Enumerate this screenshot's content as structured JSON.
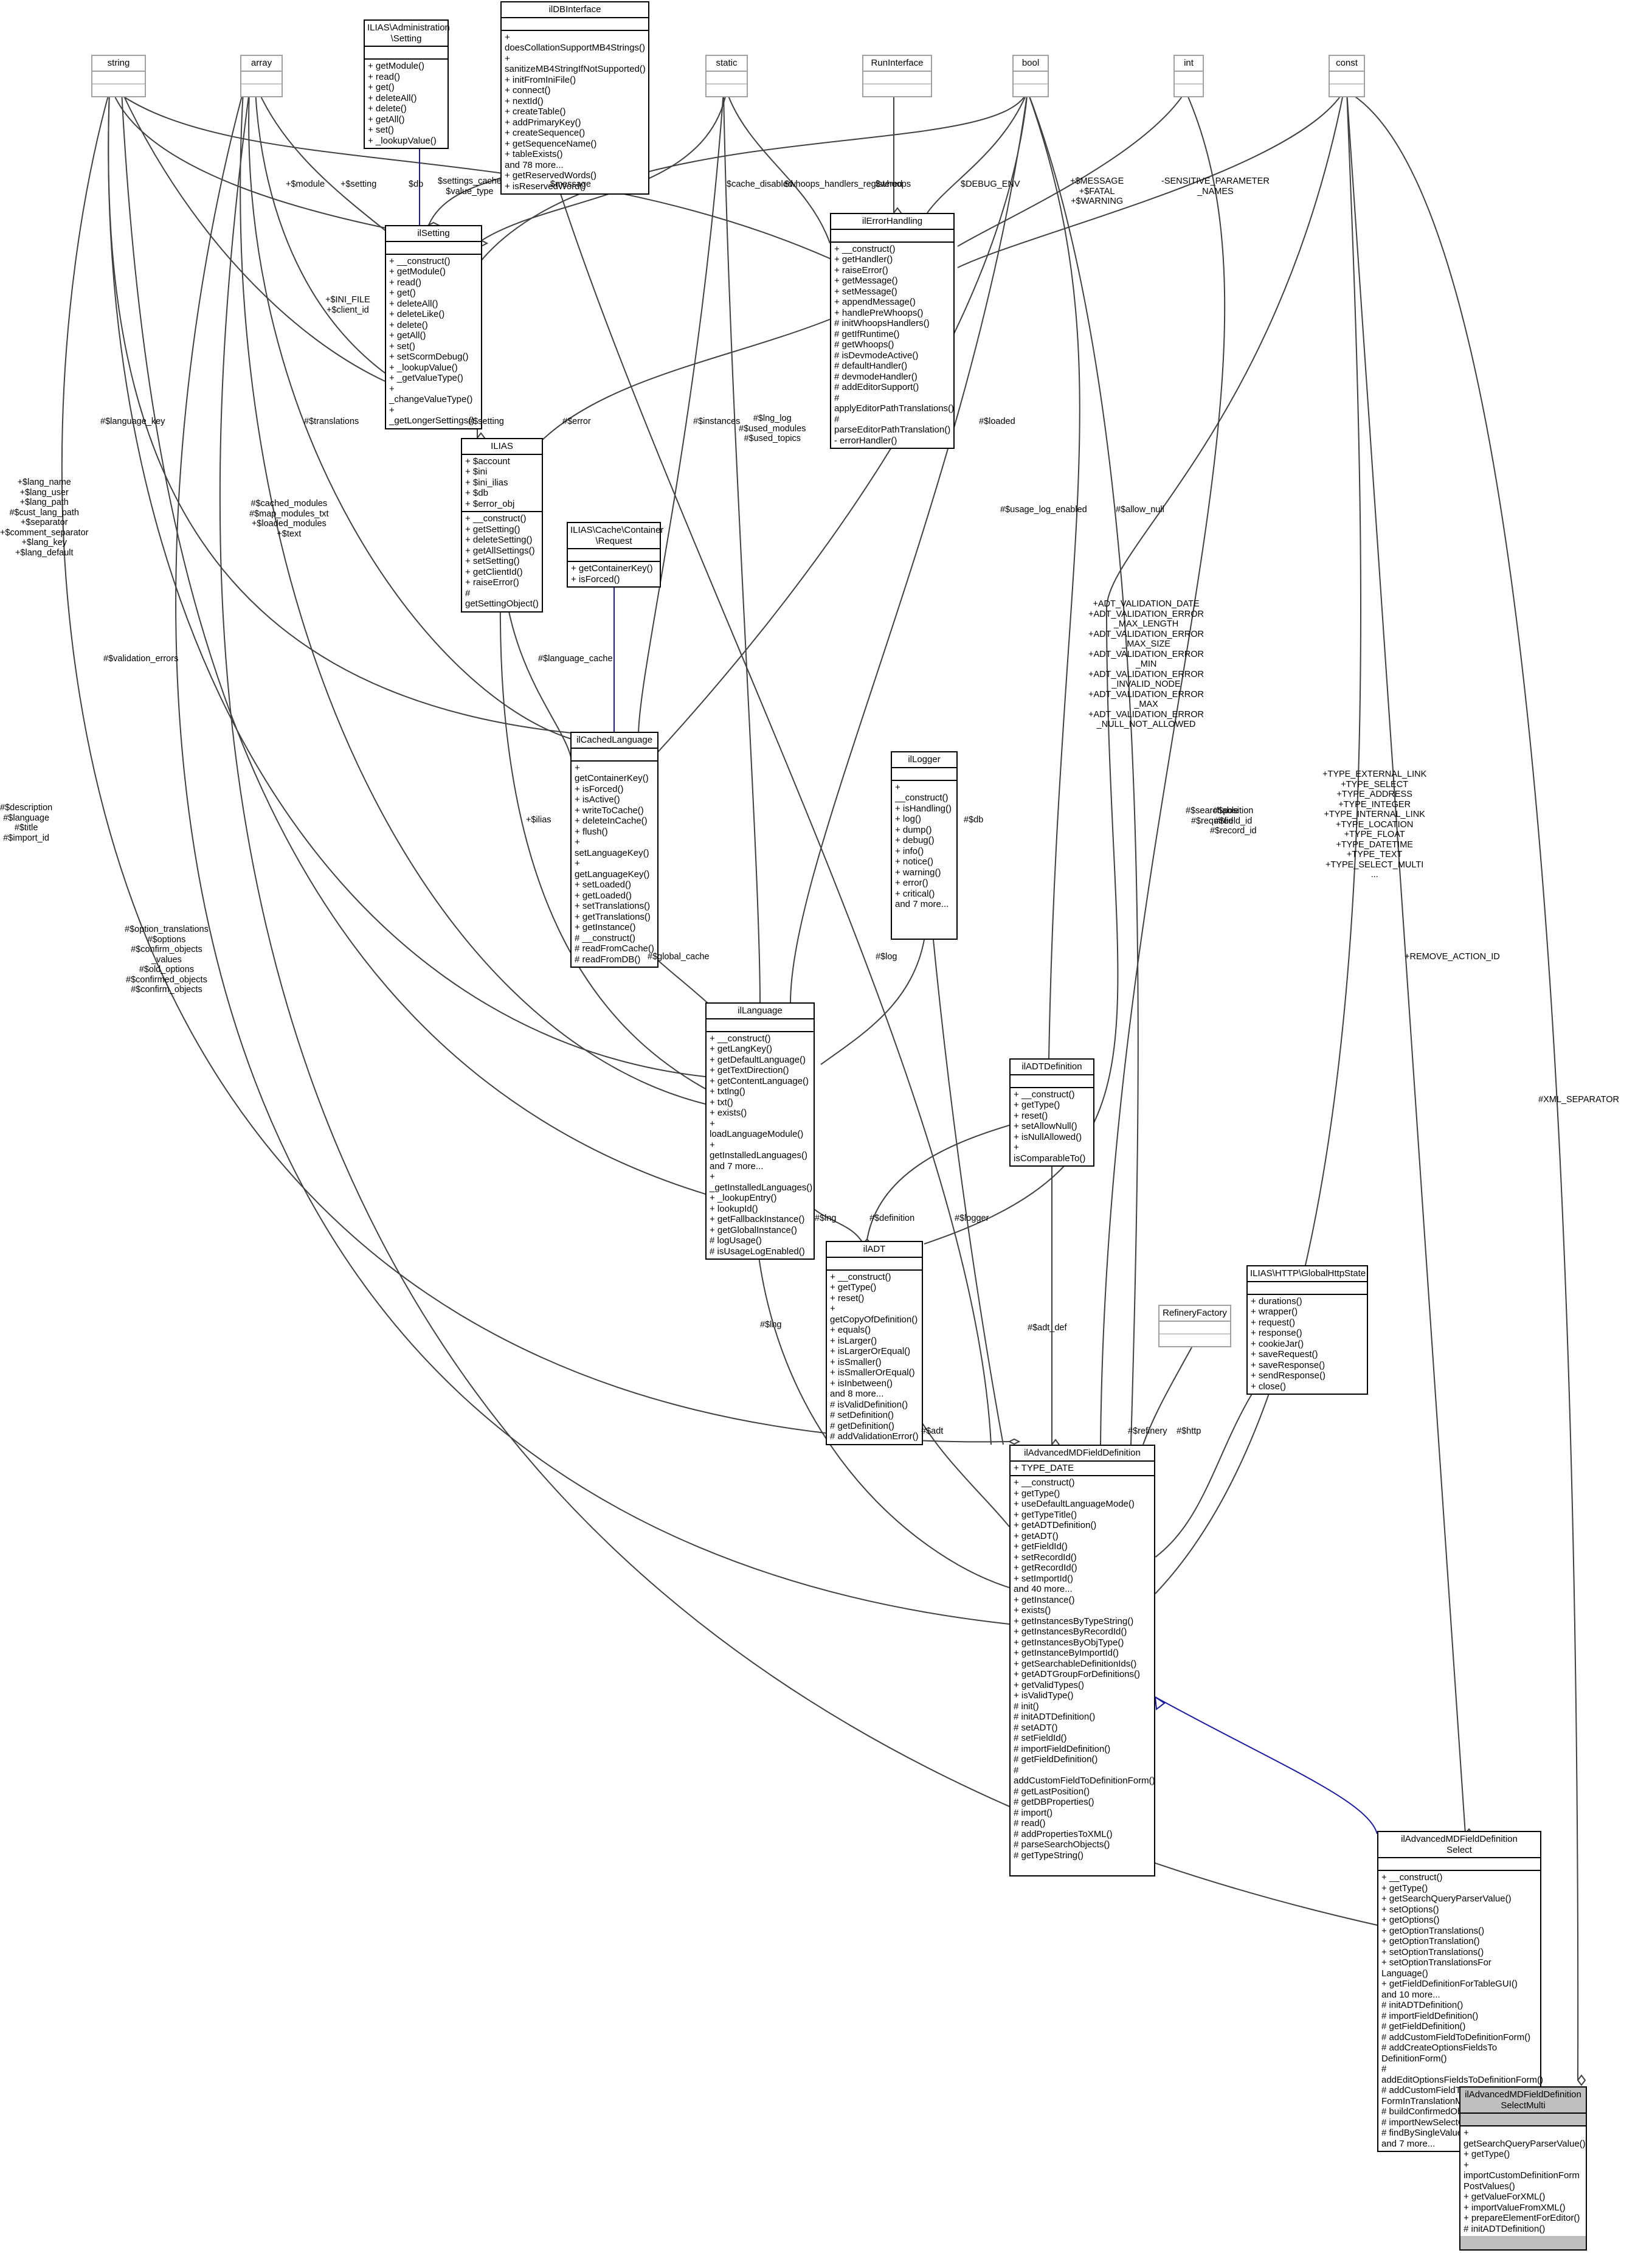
{
  "nodes": [
    {
      "id": "string",
      "title": "string",
      "attrs": "",
      "ops": "",
      "gray": true
    },
    {
      "id": "array",
      "title": "array",
      "attrs": "",
      "ops": "",
      "gray": true
    },
    {
      "id": "admin_setting",
      "title": "ILIAS\\Administration\n\\Setting",
      "attrs": "",
      "ops": "+ getModule()\n+ read()\n+ get()\n+ deleteAll()\n+ delete()\n+ getAll()\n+ set()\n+ _lookupValue()"
    },
    {
      "id": "dbinterface",
      "title": "ilDBInterface",
      "attrs": "",
      "ops": "+ doesCollationSupportMB4Strings()\n+ sanitizeMB4StringIfNotSupported()\n+ initFromIniFile()\n+ connect()\n+ nextId()\n+ createTable()\n+ addPrimaryKey()\n+ createSequence()\n+ getSequenceName()\n+ tableExists()\nand 78 more...\n+ getReservedWords()\n+ isReservedWord()"
    },
    {
      "id": "static",
      "title": "static",
      "attrs": "",
      "ops": "",
      "gray": true
    },
    {
      "id": "runinterface",
      "title": "RunInterface",
      "attrs": "",
      "ops": "",
      "gray": true
    },
    {
      "id": "bool",
      "title": "bool",
      "attrs": "",
      "ops": "",
      "gray": true
    },
    {
      "id": "int",
      "title": "int",
      "attrs": "",
      "ops": "",
      "gray": true
    },
    {
      "id": "const",
      "title": "const",
      "attrs": "",
      "ops": "",
      "gray": true
    },
    {
      "id": "ilsetting",
      "title": "ilSetting",
      "attrs": "",
      "ops": "+ __construct()\n+ getModule()\n+ read()\n+ get()\n+ deleteAll()\n+ deleteLike()\n+ delete()\n+ getAll()\n+ set()\n+ setScormDebug()\n+ _lookupValue()\n+ _getValueType()\n+ _changeValueType()\n+ _getLongerSettings()"
    },
    {
      "id": "errorhandling",
      "title": "ilErrorHandling",
      "attrs": "",
      "ops": "+ __construct()\n+ getHandler()\n+ raiseError()\n+ getMessage()\n+ setMessage()\n+ appendMessage()\n+ handlePreWhoops()\n# initWhoopsHandlers()\n# getIfRuntime()\n# getWhoops()\n# isDevmodeActive()\n# defaultHandler()\n# devmodeHandler()\n# addEditorSupport()\n# applyEditorPathTranslations()\n# parseEditorPathTranslation()\n- errorHandler()"
    },
    {
      "id": "ilias",
      "title": "ILIAS",
      "attrs": "+ $account\n+ $ini\n+ $ini_ilias\n+ $db\n+ $error_obj",
      "ops": "+ __construct()\n+ getSetting()\n+ deleteSetting()\n+ getAllSettings()\n+ setSetting()\n+ getClientId()\n+ raiseError()\n# getSettingObject()"
    },
    {
      "id": "cacherequest",
      "title": "ILIAS\\Cache\\Container\n\\Request",
      "attrs": "",
      "ops": "+ getContainerKey()\n+ isForced()"
    },
    {
      "id": "cachedlanguage",
      "title": "ilCachedLanguage",
      "attrs": "",
      "ops": "+ getContainerKey()\n+ isForced()\n+ isActive()\n+ writeToCache()\n+ deleteInCache()\n+ flush()\n+ setLanguageKey()\n+ getLanguageKey()\n+ setLoaded()\n+ getLoaded()\n+ setTranslations()\n+ getTranslations()\n+ getInstance()\n# __construct()\n# readFromCache()\n# readFromDB()"
    },
    {
      "id": "illogger",
      "title": "ilLogger",
      "attrs": "",
      "ops": "+ __construct()\n+ isHandling()\n+ log()\n+ dump()\n+ debug()\n+ info()\n+ notice()\n+ warning()\n+ error()\n+ critical()\nand 7 more..."
    },
    {
      "id": "illanguage",
      "title": "ilLanguage",
      "attrs": "",
      "ops": "+ __construct()\n+ getLangKey()\n+ getDefaultLanguage()\n+ getTextDirection()\n+ getContentLanguage()\n+ txtlng()\n+ txt()\n+ exists()\n+ loadLanguageModule()\n+ getInstalledLanguages()\nand 7 more...\n+ _getInstalledLanguages()\n+ _lookupEntry()\n+ lookupId()\n+ getFallbackInstance()\n+ getGlobalInstance()\n# logUsage()\n# isUsageLogEnabled()"
    },
    {
      "id": "adtdefinition",
      "title": "ilADTDefinition",
      "attrs": "",
      "ops": "+ __construct()\n+ getType()\n+ reset()\n+ setAllowNull()\n+ isNullAllowed()\n+ isComparableTo()"
    },
    {
      "id": "iladt",
      "title": "ilADT",
      "attrs": "",
      "ops": "+ __construct()\n+ getType()\n+ reset()\n+ getCopyOfDefinition()\n+ equals()\n+ isLarger()\n+ isLargerOrEqual()\n+ isSmaller()\n+ isSmallerOrEqual()\n+ isInbetween()\nand 8 more...\n# isValidDefinition()\n# setDefinition()\n# getDefinition()\n# addValidationError()"
    },
    {
      "id": "refinery",
      "title": "RefineryFactory",
      "attrs": "",
      "ops": "",
      "gray": true
    },
    {
      "id": "httpstate",
      "title": "ILIAS\\HTTP\\GlobalHttpState",
      "attrs": "",
      "ops": "+ durations()\n+ wrapper()\n+ request()\n+ response()\n+ cookieJar()\n+ saveRequest()\n+ saveResponse()\n+ sendResponse()\n+ close()"
    },
    {
      "id": "amdfielddef",
      "title": "ilAdvancedMDFieldDefinition",
      "attrs": "+ TYPE_DATE",
      "ops": "+ __construct()\n+ getType()\n+ useDefaultLanguageMode()\n+ getTypeTitle()\n+ getADTDefinition()\n+ getADT()\n+ getFieldId()\n+ setRecordId()\n+ getRecordId()\n+ setImportId()\nand 40 more...\n+ getInstance()\n+ exists()\n+ getInstancesByTypeString()\n+ getInstancesByRecordId()\n+ getInstancesByObjType()\n+ getInstanceByImportId()\n+ getSearchableDefinitionIds()\n+ getADTGroupForDefinitions()\n+ getValidTypes()\n+ isValidType()\n# init()\n# initADTDefinition()\n# setADT()\n# setFieldId()\n# importFieldDefinition()\n# getFieldDefinition()\n# addCustomFieldToDefinitionForm()\n# getLastPosition()\n# getDBProperties()\n# import()\n# read()\n# addPropertiesToXML()\n# parseSearchObjects()\n# getTypeString()"
    },
    {
      "id": "amdselect",
      "title": "ilAdvancedMDFieldDefinition\nSelect",
      "attrs": "",
      "ops": "+ __construct()\n+ getType()\n+ getSearchQueryParserValue()\n+ setOptions()\n+ getOptions()\n+ getOptionTranslations()\n+ getOptionTranslation()\n+ setOptionTranslations()\n+ setOptionTranslationsFor\nLanguage()\n+ getFieldDefinitionForTableGUI()\nand 10 more...\n# initADTDefinition()\n# importFieldDefinition()\n# getFieldDefinition()\n# addCustomFieldToDefinitionForm()\n# addCreateOptionsFieldsTo\nDefinitionForm()\n# addEditOptionsFieldsToDefinitionForm()\n# addCustomFieldToDefinition\nFormInTranslationMode()\n# buildConfirmedObjects()\n# importNewSelectOptions()\n# findBySingleValue()\nand 7 more..."
    },
    {
      "id": "amdselectmulti",
      "title": "ilAdvancedMDFieldDefinition\nSelectMulti",
      "attrs": "",
      "ops": "+ getSearchQueryParserValue()\n+ getType()\n+ importCustomDefinitionForm\nPostValues()\n+ getValueForXML()\n+ importValueFromXML()\n+ prepareElementForEditor()\n# initADTDefinition()",
      "highlight": true
    }
  ],
  "edge_labels": [
    "+$module",
    "+$setting",
    "$settings_cache\n$value_type",
    "$db",
    "$message",
    "$cache_disabled",
    "$whoops_handlers_registered",
    "$whoops",
    "$DEBUG_ENV",
    "+$MESSAGE\n+$FATAL\n+$WARNING",
    "-SENSITIVE_PARAMETER\n_NAMES",
    "+$INI_FILE\n+$client_id",
    "#$language_key",
    "#$translations",
    "#$setting",
    "#$error",
    "#$instances",
    "#$lng_log\n#$used_modules\n#$used_topics",
    "#$loaded",
    "#$usage_log_enabled",
    "#$allow_null",
    "+$lang_name\n+$lang_user\n+$lang_path\n#$cust_lang_path\n+$separator\n+$comment_separator\n+$lang_key\n+$lang_default",
    "#$cached_modules\n#$map_modules_txt\n+$loaded_modules\n+$text",
    "#$language_cache",
    "#$validation_errors",
    "+ADT_VALIDATION_DATE\n+ADT_VALIDATION_ERROR\n_MAX_LENGTH\n+ADT_VALIDATION_ERROR\n_MAX_SIZE\n+ADT_VALIDATION_ERROR\n_MIN\n+ADT_VALIDATION_ERROR\n_INVALID_NODE\n+ADT_VALIDATION_ERROR\n_MAX\n+ADT_VALIDATION_ERROR\n_NULL_NOT_ALLOWED",
    "+TYPE_EXTERNAL_LINK\n+TYPE_SELECT\n+TYPE_ADDRESS\n+TYPE_INTEGER\n+TYPE_INTERNAL_LINK\n+TYPE_LOCATION\n+TYPE_FLOAT\n+TYPE_DATETIME\n+TYPE_TEXT\n+TYPE_SELECT_MULTI\n...",
    "#$description\n#$language\n#$title\n#$import_id",
    "+$ilias",
    "#$db",
    "#$searchable\n#$required",
    "#$position\n#$field_id\n#$record_id",
    "#$global_cache",
    "#$log",
    "#$option_translations\n#$options\n#$confirm_objects\n_values\n#$old_options\n#$confirmed_objects\n#$confirm_objects",
    "+REMOVE_ACTION_ID",
    "#XML_SEPARATOR",
    "#$lng",
    "#$definition",
    "#$logger",
    "#$lng",
    "#$adt_def",
    "#$adt",
    "#$refinery",
    "#$http"
  ]
}
